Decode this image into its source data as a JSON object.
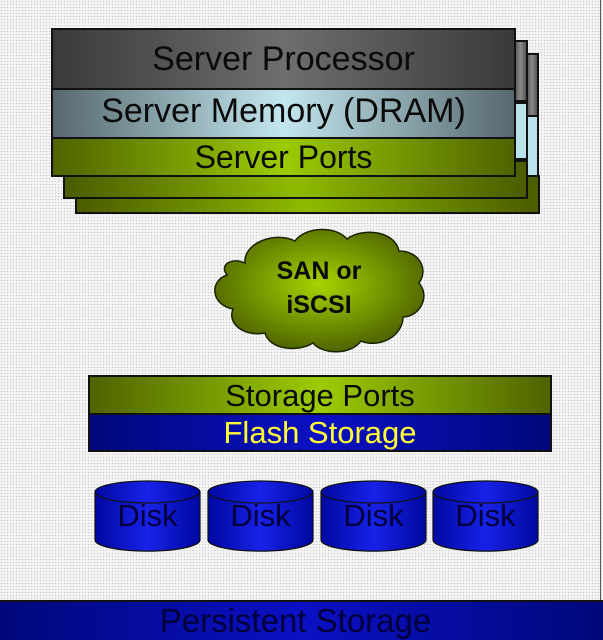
{
  "diagram": {
    "server_stack": {
      "processor_label": "Server Processor",
      "memory_label": "Server Memory (DRAM)",
      "ports_label": "Server Ports"
    },
    "network": {
      "line1": "SAN or",
      "line2": "iSCSI"
    },
    "storage_array": {
      "ports_label": "Storage Ports",
      "flash_label": "Flash Storage"
    },
    "disks": [
      {
        "label": "Disk"
      },
      {
        "label": "Disk"
      },
      {
        "label": "Disk"
      },
      {
        "label": "Disk"
      }
    ],
    "persistent_label": "Persistent Storage",
    "colors": {
      "processor": "#4a4a4a",
      "memory": "#b9e2ea",
      "ports_green": "#8fba00",
      "flash_blue": "#0b10c4",
      "flash_text": "#ffff33"
    }
  }
}
